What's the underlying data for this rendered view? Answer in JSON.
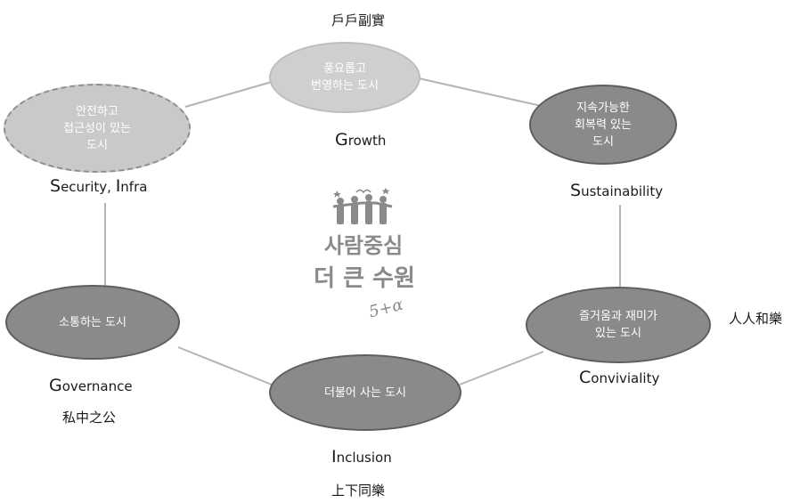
{
  "nodes": [
    {
      "id": "prosperity",
      "text": "풍요롭고\n번영하는 도시",
      "style": "light"
    },
    {
      "id": "safety",
      "text": "안전하고\n접근성이 있는\n도시",
      "style": "dashed"
    },
    {
      "id": "sustainable",
      "text": "지속가능한\n회복력 있는\n도시",
      "style": "dark"
    },
    {
      "id": "communication",
      "text": "소통하는 도시",
      "style": "dark"
    },
    {
      "id": "together",
      "text": "더불어 사는 도시",
      "style": "dark"
    },
    {
      "id": "fun",
      "text": "즐거움과 재미가\n있는 도시",
      "style": "dark"
    }
  ],
  "labels": {
    "growth": {
      "cap": "G",
      "rest": "rowth"
    },
    "security": {
      "cap": "S",
      "mid": "ecurity, ",
      "cap2": "I",
      "rest": "nfra"
    },
    "sustainability": {
      "cap": "S",
      "rest": "ustainability"
    },
    "governance": {
      "cap": "G",
      "rest": "overnance"
    },
    "inclusion": {
      "cap": "I",
      "rest": "nclusion"
    },
    "conviviality": {
      "cap": "C",
      "rest": "onviviality"
    }
  },
  "hanja": {
    "top": "戶戶副實",
    "right": "人人和樂",
    "left": "私中之公",
    "bottom": "上下同樂"
  },
  "center": {
    "line1": "사람중심",
    "line2": "더 큰 수원",
    "sub": "5+α",
    "logo": "people-logo-icon"
  },
  "colors": {
    "light_node": "#cfcfcf",
    "dark_node": "#8a8a8a",
    "line": "#b4b4b4",
    "center_text": "#8a8a8a"
  }
}
